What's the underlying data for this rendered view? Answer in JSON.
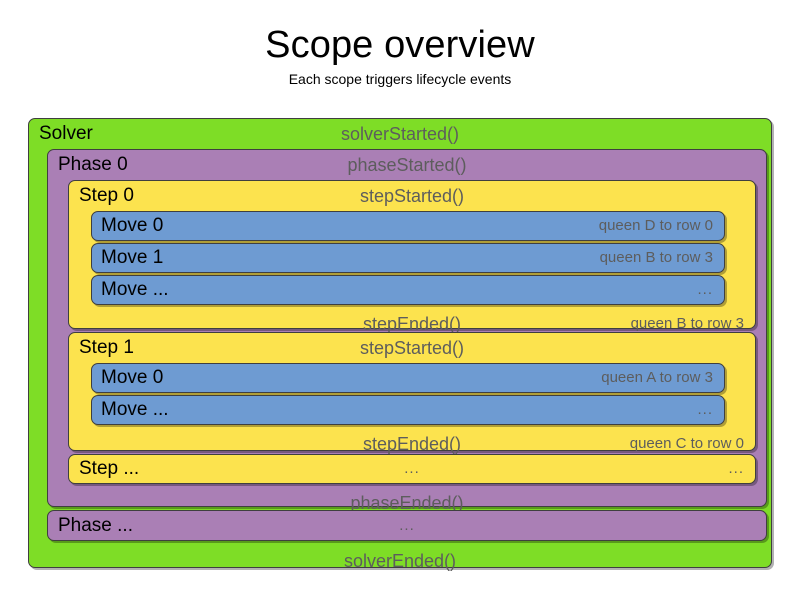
{
  "header": {
    "title": "Scope overview",
    "subtitle": "Each scope triggers lifecycle events"
  },
  "colors": {
    "solver": "#7EDD26",
    "phase": "#AA7FB5",
    "step": "#FCE34E",
    "move": "#6E9BD2",
    "event_text": "#5D5D5D",
    "name_text": "#000000",
    "border": "#3F3F3F",
    "background": "#FFFFFF"
  },
  "diagram": {
    "solver": {
      "name": "Solver",
      "started_event": "solverStarted()",
      "ended_event": "solverEnded()",
      "phases": [
        {
          "name": "Phase 0",
          "started_event": "phaseStarted()",
          "ended_event": "phaseEnded()",
          "steps": [
            {
              "name": "Step 0",
              "started_event": "stepStarted()",
              "ended_event": "stepEnded()",
              "ended_detail": "queen B to row 3",
              "moves": [
                {
                  "name": "Move 0",
                  "detail": "queen D to row 0"
                },
                {
                  "name": "Move 1",
                  "detail": "queen B to row 3"
                },
                {
                  "name": "Move ...",
                  "detail": "..."
                }
              ]
            },
            {
              "name": "Step 1",
              "started_event": "stepStarted()",
              "ended_event": "stepEnded()",
              "ended_detail": "queen C to row 0",
              "moves": [
                {
                  "name": "Move 0",
                  "detail": "queen A to row 3"
                },
                {
                  "name": "Move ...",
                  "detail": "..."
                }
              ]
            },
            {
              "name": "Step ...",
              "started_event": "...",
              "started_detail": "..."
            }
          ]
        },
        {
          "name": "Phase ...",
          "started_event": "..."
        }
      ]
    }
  }
}
